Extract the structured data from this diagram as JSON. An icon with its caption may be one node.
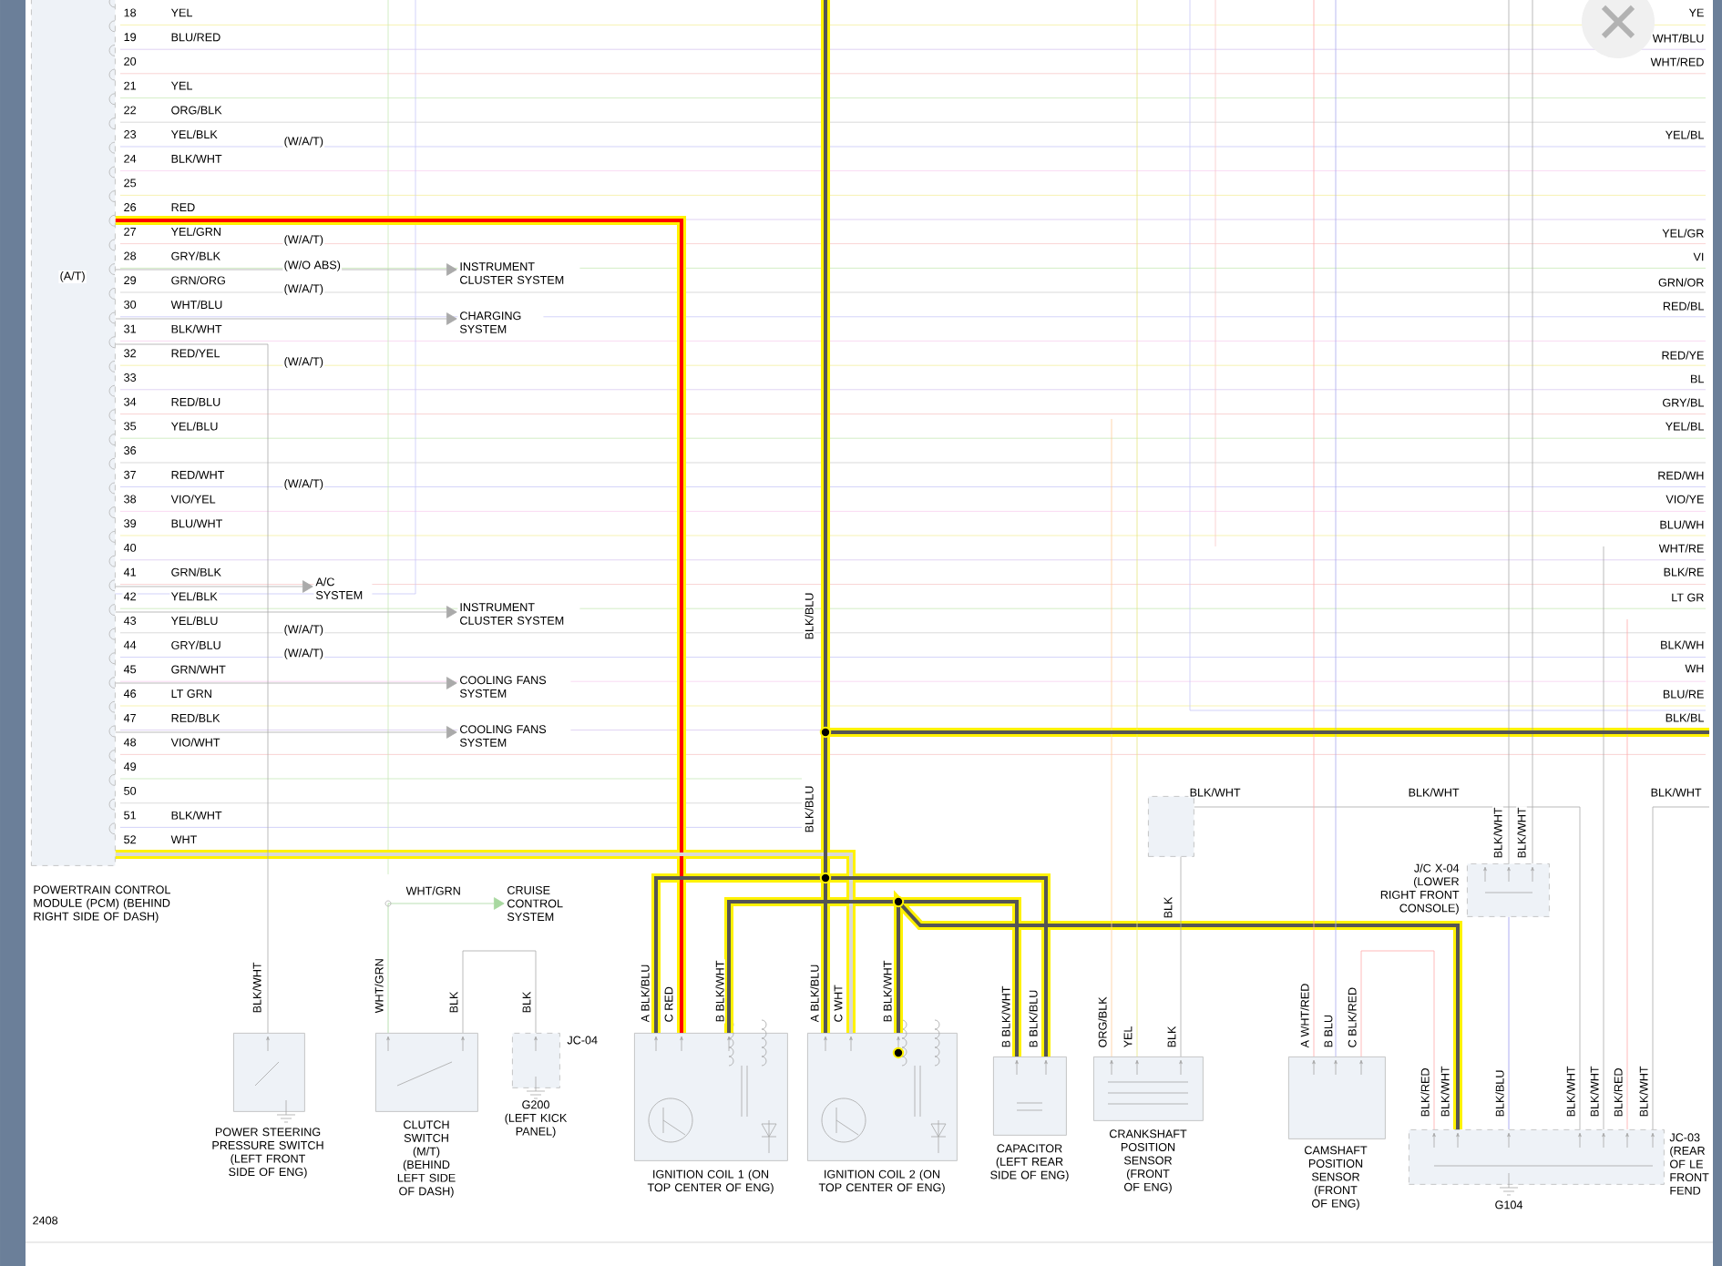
{
  "diagram": {
    "nodes": [
      {
        "text": [
          "POWERTRAIN CONTROL MODULE (PCM) (BEHIND RIGHT SIDE OF DASH)"
        ]
      },
      {
        "text": [
          "INSTRUMENT CLUSTER SYSTEM"
        ]
      },
      {
        "text": [
          "CHARGING SYSTEM"
        ]
      },
      {
        "text": [
          "A/C SYSTEM"
        ]
      },
      {
        "text": [
          "INSTRUMENT CLUSTER SYSTEM"
        ]
      },
      {
        "text": [
          "COOLING FANS SYSTEM"
        ]
      },
      {
        "text": [
          "COOLING FANS SYSTEM"
        ]
      },
      {
        "text": [
          "CRUISE CONTROL SYSTEM"
        ]
      },
      {
        "text": [
          "POWER STEERING PRESSURE SWITCH (LEFT FRONT SIDE OF ENG)"
        ]
      },
      {
        "text": [
          "CLUTCH SWITCH (M/T) (BEHIND LEFT SIDE OF DASH)"
        ]
      },
      {
        "text": [
          "JC-04",
          "G200 (LEFT KICK PANEL)"
        ]
      },
      {
        "text": [
          "IGNITION COIL 1 (ON TOP CENTER OF ENG)"
        ]
      },
      {
        "text": [
          "IGNITION COIL 2 (ON TOP CENTER OF ENG)"
        ]
      },
      {
        "text": [
          "CAPACITOR (LEFT REAR SIDE OF ENG)"
        ]
      },
      {
        "text": [
          "CRANKSHAFT POSITION SENSOR (FRONT OF ENG)"
        ]
      },
      {
        "text": [
          "CAMSHAFT POSITION SENSOR (FRONT OF ENG)"
        ]
      },
      {
        "text": [
          "J/C X-04 (LOWER RIGHT FRONT CONSOLE)"
        ]
      },
      {
        "text": [
          "JC-03 (REAR OF LE FRONT FEND"
        ],
        "beside": [
          "G104"
        ]
      },
      {
        "text": [],
        "shape": "box"
      }
    ],
    "edges": [
      {
        "from": 0,
        "to": 11,
        "arrow": "none",
        "style": "thick",
        "color": "#ff0000"
      },
      {
        "from": 0,
        "to": 12,
        "arrow": "none",
        "style": "thick",
        "color": "#d9d9d9"
      },
      {
        "from": null,
        "to": 11,
        "arrow": "none",
        "style": "thick",
        "color": "#555555"
      },
      {
        "from": null,
        "to": 12,
        "arrow": "none",
        "style": "thick",
        "color": "#555555"
      },
      {
        "from": 11,
        "to": 12,
        "arrow": "none",
        "style": "thick",
        "color": "#555555"
      },
      {
        "from": 12,
        "to": 13,
        "arrow": "none",
        "style": "thick",
        "color": "#555555"
      },
      {
        "from": 12,
        "to": 17,
        "arrow": "none",
        "style": "thick",
        "color": "#555555"
      },
      {
        "from": null,
        "to": 13,
        "arrow": "none",
        "style": "thick",
        "color": "#555555"
      },
      {
        "from": 0,
        "to": 8,
        "arrow": "none"
      },
      {
        "from": 9,
        "to": 7,
        "arrow": "to",
        "color": "#a8d8a0"
      },
      {
        "from": 9,
        "to": 10,
        "arrow": "none"
      },
      {
        "from": 0,
        "to": 1,
        "arrow": "to"
      },
      {
        "from": 0,
        "to": 2,
        "arrow": "to"
      },
      {
        "from": 0,
        "to": 3,
        "arrow": "to"
      },
      {
        "from": 0,
        "to": 4,
        "arrow": "to"
      },
      {
        "from": 0,
        "to": 5,
        "arrow": "to"
      },
      {
        "from": 0,
        "to": 6,
        "arrow": "to"
      },
      {
        "from": 16,
        "to": 17,
        "arrow": "none",
        "color": "#9999ee"
      },
      {
        "from": 18,
        "to": 17,
        "arrow": "none"
      },
      {
        "from": 18,
        "to": 14,
        "arrow": "none"
      },
      {
        "from": 15,
        "to": 17,
        "arrow": "none",
        "color": "#ffaaaa"
      },
      {
        "from": null,
        "to": 17,
        "arrow": "none"
      },
      {
        "from": null,
        "to": 17,
        "arrow": "none",
        "color": "#ffaaaa"
      },
      {
        "from": null,
        "to": 17,
        "arrow": "none",
        "label": "BLK/WHT"
      },
      {
        "from": null,
        "to": 15,
        "arrow": "none",
        "color": "#ffaaaa"
      },
      {
        "from": null,
        "to": 15,
        "arrow": "none",
        "color": "#aaaaee"
      },
      {
        "from": null,
        "to": 14,
        "arrow": "none",
        "color": "#ffcc99"
      },
      {
        "from": null,
        "to": 14,
        "arrow": "none",
        "color": "#e6e680"
      },
      {
        "from": null,
        "to": 16,
        "arrow": "none"
      },
      {
        "from": null,
        "to": 16,
        "arrow": "none"
      }
    ],
    "labels": [
      "18",
      "YEL",
      "19",
      "BLU/RED",
      "20",
      "21",
      "YEL",
      "22",
      "ORG/BLK",
      "23",
      "YEL/BLK",
      "24",
      "BLK/WHT",
      "25",
      "26",
      "RED",
      "27",
      "YEL/GRN",
      "28",
      "GRY/BLK",
      "29",
      "GRN/ORG",
      "30",
      "WHT/BLU",
      "31",
      "BLK/WHT",
      "32",
      "RED/YEL",
      "33",
      "34",
      "RED/BLU",
      "35",
      "YEL/BLU",
      "36",
      "37",
      "RED/WHT",
      "38",
      "VIO/YEL",
      "39",
      "BLU/WHT",
      "40",
      "41",
      "GRN/BLK",
      "42",
      "YEL/BLK",
      "43",
      "YEL/BLU",
      "44",
      "GRY/BLU",
      "45",
      "GRN/WHT",
      "46",
      "LT GRN",
      "47",
      "RED/BLK",
      "48",
      "VIO/WHT",
      "49",
      "50",
      "51",
      "BLK/WHT",
      "52",
      "WHT",
      "(W/A/T)",
      "(W/A/T)",
      "(W/O ABS)",
      "(W/A/T)",
      "(W/A/T)",
      "(W/A/T)",
      "(W/A/T)",
      "(W/A/T)",
      "(A/T)",
      "YE",
      "WHT/BLU",
      "WHT/RED",
      "YEL/BL",
      "YEL/GR",
      "VI",
      "GRN/OR",
      "RED/BL",
      "RED/YE",
      "BL",
      "GRY/BL",
      "YEL/BL",
      "RED/WH",
      "VIO/YE",
      "BLU/WH",
      "WHT/RE",
      "BLK/RE",
      "LT GR",
      "BLK/WH",
      "WH",
      "BLU/RE",
      "BLK/BL",
      "BLK/BLU",
      "BLK/BLU",
      "WHT/GRN",
      "BLK/WHT",
      "WHT/GRN",
      "BLK",
      "BLK",
      "A BLK/BLU",
      "C RED",
      "B BLK/WHT",
      "A BLK/BLU",
      "C WHT",
      "B BLK/WHT",
      "B BLK/WHT",
      "B BLK/BLU",
      "BLK",
      "BLK/WHT",
      "BLK/WHT",
      "BLK/WHT",
      "BLK/WHT",
      "ORG/BLK",
      "YEL",
      "BLK",
      "A WHT/RED",
      "B BLU",
      "C BLK/RED",
      "BLK/RED",
      "BLK/WHT",
      "BLK/BLU",
      "BLK/WHT",
      "BLK/WHT",
      "BLK/RED",
      "BLK/WHT",
      "2408"
    ]
  }
}
